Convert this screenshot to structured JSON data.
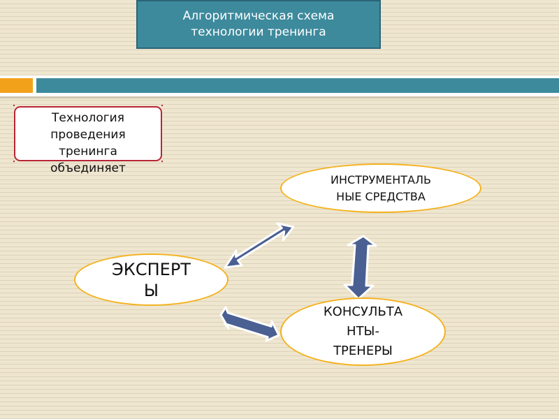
{
  "title": {
    "lines": [
      "Алгоритмическая схема",
      "технологии тренинга"
    ]
  },
  "intro": {
    "lines": [
      "Технология",
      "проведения",
      "тренинга",
      "объединяет"
    ]
  },
  "nodes": {
    "tools": {
      "lines": [
        "ИНСТРУМЕНТАЛЬ",
        "НЫЕ СРЕДСТВА"
      ]
    },
    "experts": {
      "lines": [
        "ЭКСПЕРТ",
        "Ы"
      ]
    },
    "consultants": {
      "lines": [
        "КОНСУЛЬТА",
        "НТЫ-",
        "ТРЕНЕРЫ"
      ]
    }
  },
  "colors": {
    "header": "#3d8a9c",
    "accent": "#f2a21a",
    "intro_border": "#b72637",
    "node_border": "#f4b21d",
    "arrow_fill": "#4a5f92",
    "arrow_edge": "#ffffff"
  }
}
